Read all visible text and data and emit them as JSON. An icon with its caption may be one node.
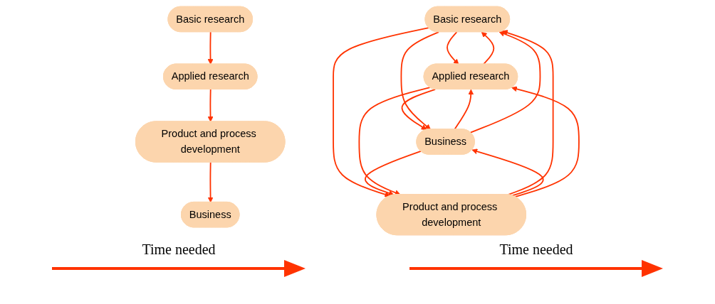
{
  "diagram": {
    "nodes": [
      {
        "text": [
          "Basic research"
        ]
      },
      {
        "text": [
          "Applied research"
        ]
      },
      {
        "text": [
          "Product and process development"
        ]
      },
      {
        "text": [
          "Business"
        ]
      },
      {
        "text": [
          "Basic research"
        ]
      },
      {
        "text": [
          "Applied research"
        ]
      },
      {
        "text": [
          "Product and process development"
        ]
      },
      {
        "text": [
          "Business"
        ]
      }
    ],
    "edges": [
      {
        "from": 0,
        "to": 1,
        "arrow": "to"
      },
      {
        "from": 1,
        "to": 2,
        "arrow": "to"
      },
      {
        "from": 2,
        "to": 3,
        "arrow": "to"
      },
      {
        "from": 4,
        "to": 5,
        "arrow": "to"
      },
      {
        "from": 5,
        "to": 4,
        "arrow": "to"
      },
      {
        "from": 4,
        "to": 6,
        "arrow": "to"
      },
      {
        "from": 6,
        "to": 4,
        "arrow": "to"
      },
      {
        "from": 5,
        "to": 7,
        "arrow": "to"
      },
      {
        "from": 7,
        "to": 5,
        "arrow": "to"
      },
      {
        "from": 7,
        "to": 6,
        "arrow": "to"
      },
      {
        "from": 6,
        "to": 7,
        "arrow": "to"
      },
      {
        "from": 4,
        "to": 7,
        "arrow": "to"
      },
      {
        "from": 7,
        "to": 4,
        "arrow": "to"
      },
      {
        "from": 6,
        "to": 5,
        "arrow": "to"
      },
      {
        "from": 5,
        "to": 6,
        "arrow": "to"
      }
    ],
    "labels": [
      "Time needed",
      "Time needed"
    ]
  }
}
